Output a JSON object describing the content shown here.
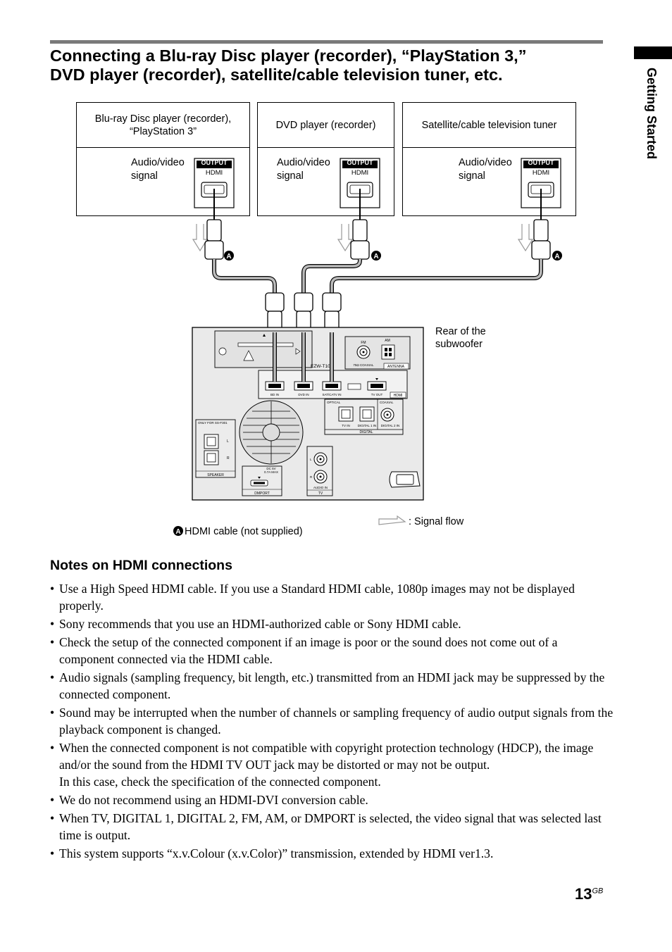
{
  "heading": {
    "title_line1": "Connecting a Blu-ray Disc player (recorder), “PlayStation 3,”",
    "title_line2": "DVD player (recorder), satellite/cable television tuner, etc."
  },
  "side_tab": {
    "label": "Getting Started"
  },
  "devices": [
    {
      "name_line1": "Blu-ray Disc player (recorder),",
      "name_line2": "“PlayStation 3”",
      "signal_line1": "Audio/video",
      "signal_line2": "signal",
      "port_badge": "OUTPUT",
      "port_label": "HDMI",
      "cable_marker": "A"
    },
    {
      "name_line1": "DVD player (recorder)",
      "name_line2": "",
      "signal_line1": "Audio/video",
      "signal_line2": "signal",
      "port_badge": "OUTPUT",
      "port_label": "HDMI",
      "cable_marker": "A"
    },
    {
      "name_line1": "Satellite/cable television tuner",
      "name_line2": "",
      "signal_line1": "Audio/video",
      "signal_line2": "signal",
      "port_badge": "OUTPUT",
      "port_label": "HDMI",
      "cable_marker": "A"
    }
  ],
  "subwoofer": {
    "label_line1": "Rear of the",
    "label_line2": "subwoofer",
    "panel_labels": {
      "ezw": "EZW-T100",
      "fm": "FM",
      "am": "AM",
      "coaxial": "75Ω COAXIAL",
      "antenna": "ANTENNA",
      "bd_in": "BD IN",
      "dvd_in": "DVD IN",
      "sat_in": "SAT/CATV IN",
      "tv_out": "TV OUT",
      "hdmi": "HDMI",
      "optical": "OPTICAL",
      "coaxial2": "COAXIAL",
      "tv_in": "TV IN",
      "digital1": "DIGITAL 1 IN",
      "digital2": "DIGITAL 2 IN",
      "digital": "DIGITAL",
      "only_for": "ONLY FOR SS-F301",
      "l": "L",
      "r": "R",
      "speaker": "SPEAKER",
      "dc": "DC 5V",
      "dc_max": "0.7A MAX",
      "dmport": "DMPORT",
      "audio_in": "AUDIO IN",
      "tv": "TV"
    }
  },
  "legend": {
    "cable_marker": "A",
    "cable_text": "HDMI cable (not supplied)",
    "signal_flow": ": Signal flow"
  },
  "notes": {
    "heading": "Notes on HDMI connections",
    "items": [
      {
        "text": "Use a High Speed HDMI cable. If you use a Standard HDMI cable, 1080p images may not be displayed properly."
      },
      {
        "text": "Sony recommends that you use an HDMI-authorized cable or Sony HDMI cable."
      },
      {
        "text": "Check the setup of the connected component if an image is poor or the sound does not come out of a component connected via the HDMI cable."
      },
      {
        "text": "Audio signals (sampling frequency, bit length, etc.) transmitted from an HDMI jack may be suppressed by the connected component."
      },
      {
        "text": "Sound may be interrupted when the number of channels or sampling frequency of audio output signals from the playback component is changed."
      },
      {
        "text": "When the connected component is not compatible with copyright protection technology (HDCP), the image and/or the sound from the HDMI TV OUT jack may be distorted or may not be output.",
        "cont": "In this case, check the specification of the connected component."
      },
      {
        "text": "We do not recommend using an HDMI-DVI conversion cable."
      },
      {
        "text": "When TV, DIGITAL 1, DIGITAL 2, FM, AM, or DMPORT is selected, the video signal that was selected last time is output."
      },
      {
        "text": "This system supports “x.v.Colour (x.v.Color)” transmission, extended by HDMI ver1.3."
      }
    ]
  },
  "page": {
    "number": "13",
    "suffix": "GB"
  }
}
